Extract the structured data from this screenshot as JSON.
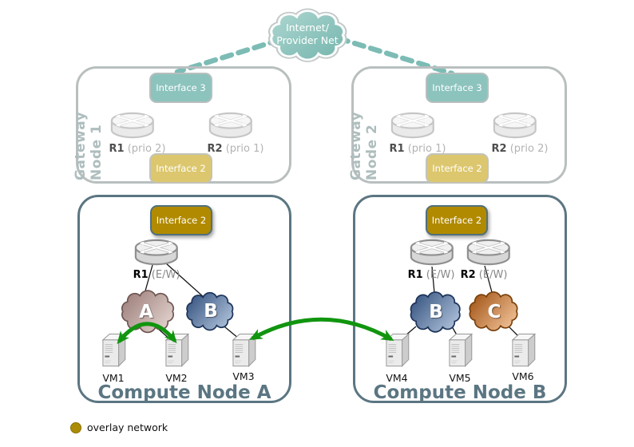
{
  "internet": {
    "line1": "Internet/",
    "line2": "Provider Net"
  },
  "gateways": [
    {
      "label": "Gateway Node 1",
      "interface_top": "Interface 3",
      "interface_bottom": "Interface 2",
      "routers": [
        {
          "name": "R1",
          "note": "(prio 2)"
        },
        {
          "name": "R2",
          "note": "(prio 1)"
        }
      ]
    },
    {
      "label": "Gateway Node 2",
      "interface_top": "Interface 3",
      "interface_bottom": "Interface 2",
      "routers": [
        {
          "name": "R1",
          "note": "(prio 1)"
        },
        {
          "name": "R2",
          "note": "(prio 2)"
        }
      ]
    }
  ],
  "compute_nodes": [
    {
      "title": "Compute Node A",
      "interface_label": "Interface 2",
      "routers": [
        {
          "name": "R1",
          "note": "(E/W)"
        }
      ],
      "clouds": [
        {
          "letter": "A"
        },
        {
          "letter": "B"
        }
      ],
      "vms": [
        "VM1",
        "VM2",
        "VM3"
      ]
    },
    {
      "title": "Compute Node B",
      "interface_label": "Interface 2",
      "routers": [
        {
          "name": "R1",
          "note": "(E/W)"
        },
        {
          "name": "R2",
          "note": "(E/W)"
        }
      ],
      "clouds": [
        {
          "letter": "B"
        },
        {
          "letter": "C"
        }
      ],
      "vms": [
        "VM4",
        "VM5",
        "VM6"
      ]
    }
  ],
  "legend": {
    "label": "overlay network"
  },
  "colors": {
    "overlay_gold": "#b18a00",
    "teal_interface": "#8cc3bd",
    "khaki_interface": "#dcc76e",
    "gateway_border": "#b9bfbf",
    "compute_border": "#5b7682",
    "overlay_arrow_green": "#11950f",
    "cloud_a": "#9a7f7b",
    "cloud_b": "#31507e",
    "cloud_c": "#a35511",
    "internet_cloud": "#8ec7c0"
  }
}
